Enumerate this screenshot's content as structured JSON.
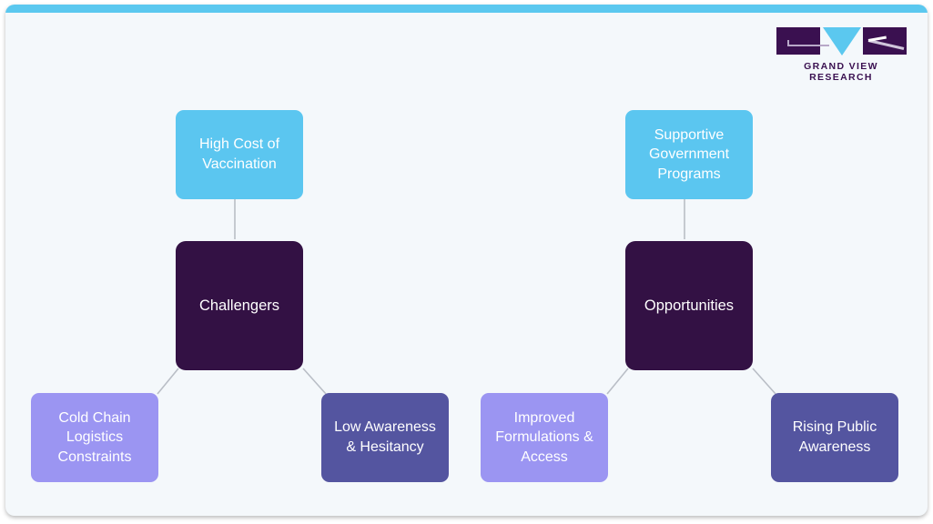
{
  "brand": {
    "name": "GRAND VIEW RESEARCH",
    "accent_color": "#5bc8ef",
    "dark_color": "#3a1050"
  },
  "colors": {
    "background": "#f4f8fb",
    "hub": "#331144",
    "top_node": "#5bc6f0",
    "light_node": "#9b95f2",
    "mid_node": "#5455a0",
    "connector": "#b9bec6"
  },
  "diagram": {
    "type": "mind-map",
    "branches": [
      {
        "id": "challengers",
        "hub_label": "Challengers",
        "top_label": "High Cost of Vaccination",
        "bottom_left_label": "Cold Chain Logistics Constraints",
        "bottom_right_label": "Low Awareness & Hesitancy"
      },
      {
        "id": "opportunities",
        "hub_label": "Opportunities",
        "top_label": "Supportive Government Programs",
        "bottom_left_label": "Improved Formulations & Access",
        "bottom_right_label": "Rising Public Awareness"
      }
    ]
  }
}
